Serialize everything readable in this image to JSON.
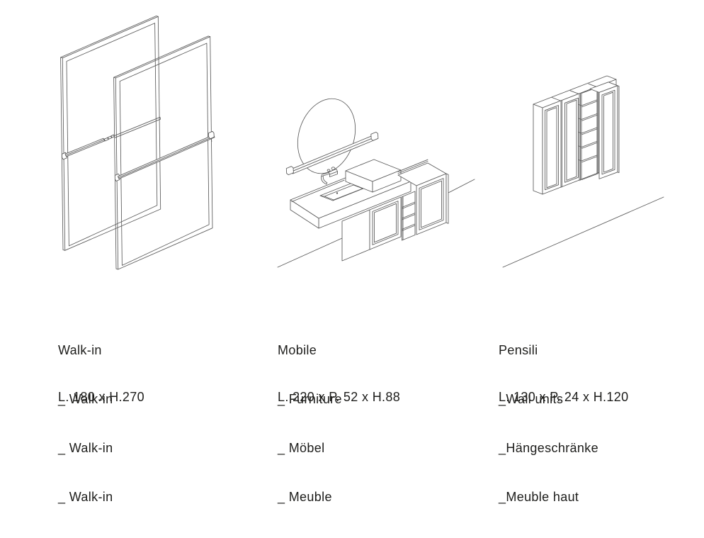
{
  "page": {
    "background": "#ffffff",
    "text_color": "#1d1d1b",
    "line_color": "#5a5a5a"
  },
  "products": [
    {
      "title": "Walk-in",
      "subtitles": [
        "_ Walk-in",
        "_ Walk-in",
        "_ Walk-in"
      ],
      "dimensions": "L. 180 x H.270",
      "illustration": "walk-in-glass-panels"
    },
    {
      "title": "Mobile",
      "subtitles": [
        "_ Furniture",
        "_ Möbel",
        "_ Meuble"
      ],
      "dimensions": "L. 220 x P. 52 x H.88",
      "illustration": "vanity-with-mirror-and-light"
    },
    {
      "title": "Pensili",
      "subtitles": [
        "_Wall units",
        "_Hängeschränke",
        "_Meuble haut"
      ],
      "dimensions": "L. 130 x P. 24 x H.120",
      "illustration": "wall-units"
    }
  ]
}
